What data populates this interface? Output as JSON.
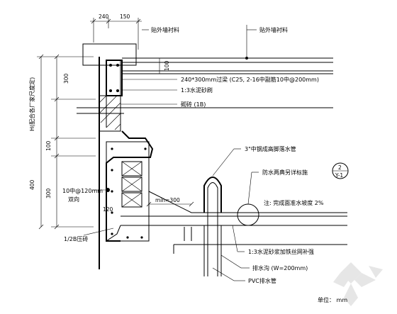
{
  "dimensions": {
    "top_240": "240",
    "top_150": "150",
    "left_300": "300",
    "left_100": "100",
    "left_400": "400",
    "left_300b": "300",
    "slab_100": "100",
    "min_300": "min=300",
    "d_120": "120"
  },
  "labels": {
    "tiezai_left": "贴外墙衬料",
    "tiezai_right": "贴外墙衬料",
    "vertical_left": "H(配合各厂家尺度定)",
    "beam": "240*300mm过梁 (C25, 2-16中副筋10中@200mm)",
    "mortar_plaster": "1:3水泥砂刷",
    "brick": "砌砖 (1B)",
    "rebar": "10中@120mm",
    "double": "双向",
    "tube": "3\"中钢成高脚落水管",
    "waterproof": "防水两典另详标施",
    "ref_top": "2",
    "ref_bottom": "Y-1",
    "note_slope": "注: 完成面准水坡度 2%",
    "brick_half": "1/2B压砖",
    "mortar_mesh": "1:3水泥砂浆加铁丝网补强",
    "gutter": "排水沟 (W=200mm)",
    "pvc": "PVC排水管",
    "unit": "单位： mm"
  }
}
